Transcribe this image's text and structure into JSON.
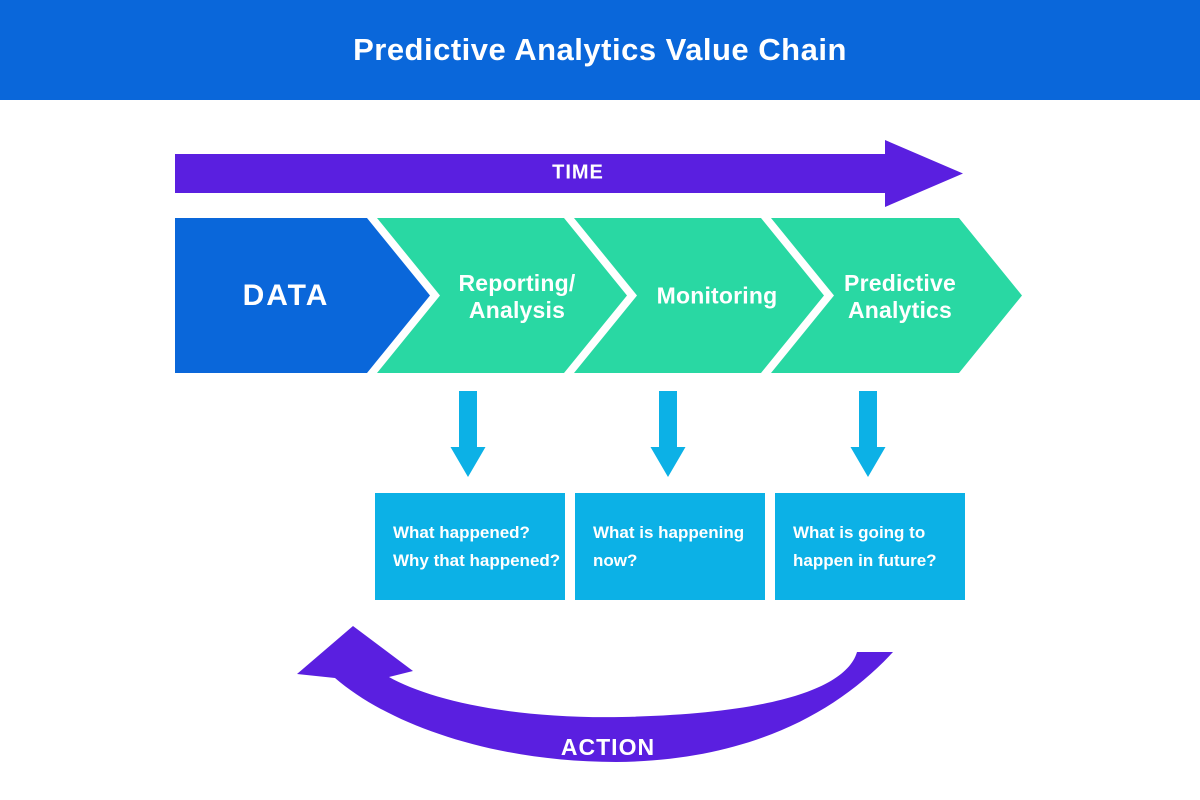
{
  "title": "Predictive Analytics Value Chain",
  "colors": {
    "header_blue": "#0a67da",
    "chevron_blue": "#0a67da",
    "teal": "#29d8a3",
    "purple": "#5a1fe0",
    "cyan": "#0cb1e6",
    "text_white": "#ffffff"
  },
  "time_arrow": {
    "label": "TIME"
  },
  "stages": [
    {
      "name": "data",
      "lines": [
        "DATA"
      ]
    },
    {
      "name": "reporting-analysis",
      "lines": [
        "Reporting/",
        "Analysis"
      ]
    },
    {
      "name": "monitoring",
      "lines": [
        "Monitoring"
      ]
    },
    {
      "name": "predictive-analytics",
      "lines": [
        "Predictive",
        "Analytics"
      ]
    }
  ],
  "outcome_boxes": [
    {
      "lines": [
        "What happened?",
        "Why that happened?"
      ]
    },
    {
      "lines": [
        "What is happening",
        "now?"
      ]
    },
    {
      "lines": [
        "What is going to",
        "happen in future?"
      ]
    }
  ],
  "action_arrow": {
    "label": "ACTION"
  }
}
